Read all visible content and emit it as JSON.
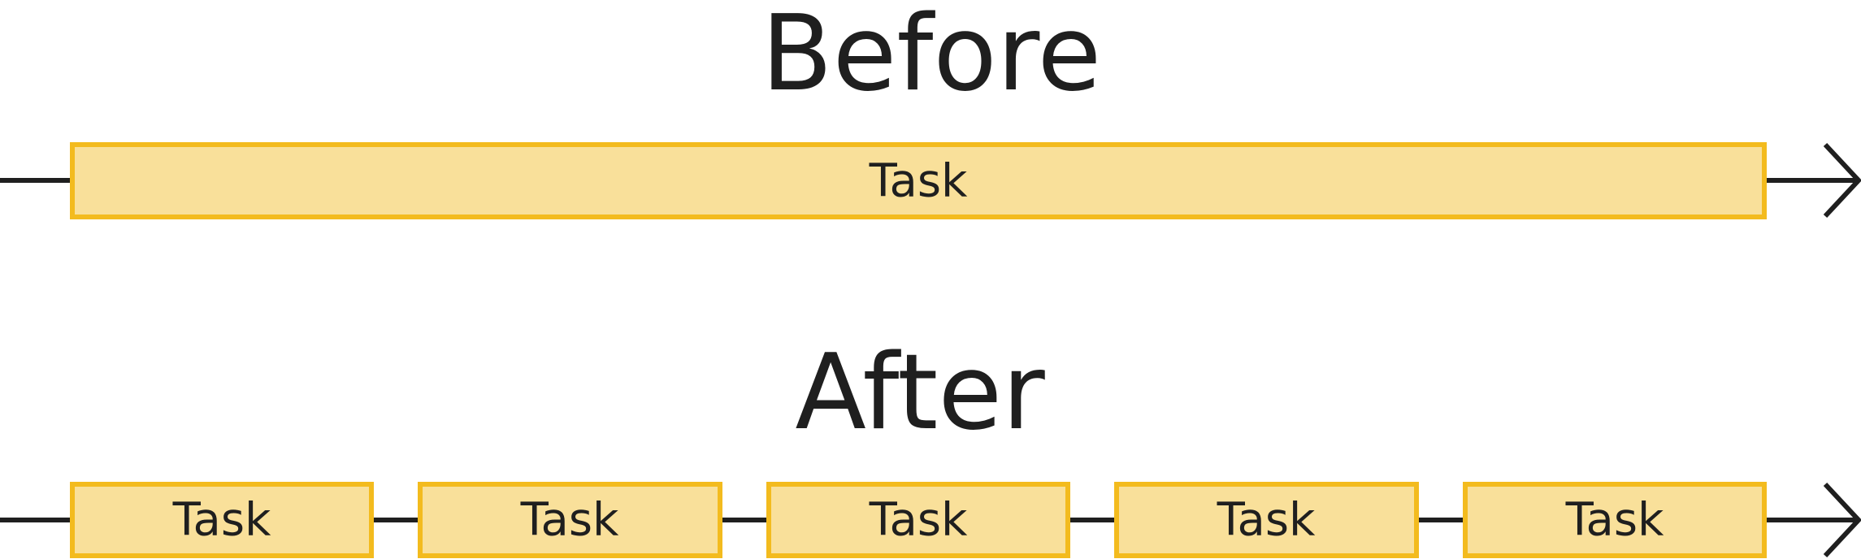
{
  "before": {
    "title": "Before",
    "tasks": [
      {
        "label": "Task"
      }
    ]
  },
  "after": {
    "title": "After",
    "tasks": [
      {
        "label": "Task"
      },
      {
        "label": "Task"
      },
      {
        "label": "Task"
      },
      {
        "label": "Task"
      },
      {
        "label": "Task"
      }
    ]
  },
  "colors": {
    "task_fill": "#f9e09a",
    "task_border": "#f3bb1e",
    "timeline": "#1f1f1f",
    "text": "#1f1f1f",
    "background": "#ffffff"
  }
}
